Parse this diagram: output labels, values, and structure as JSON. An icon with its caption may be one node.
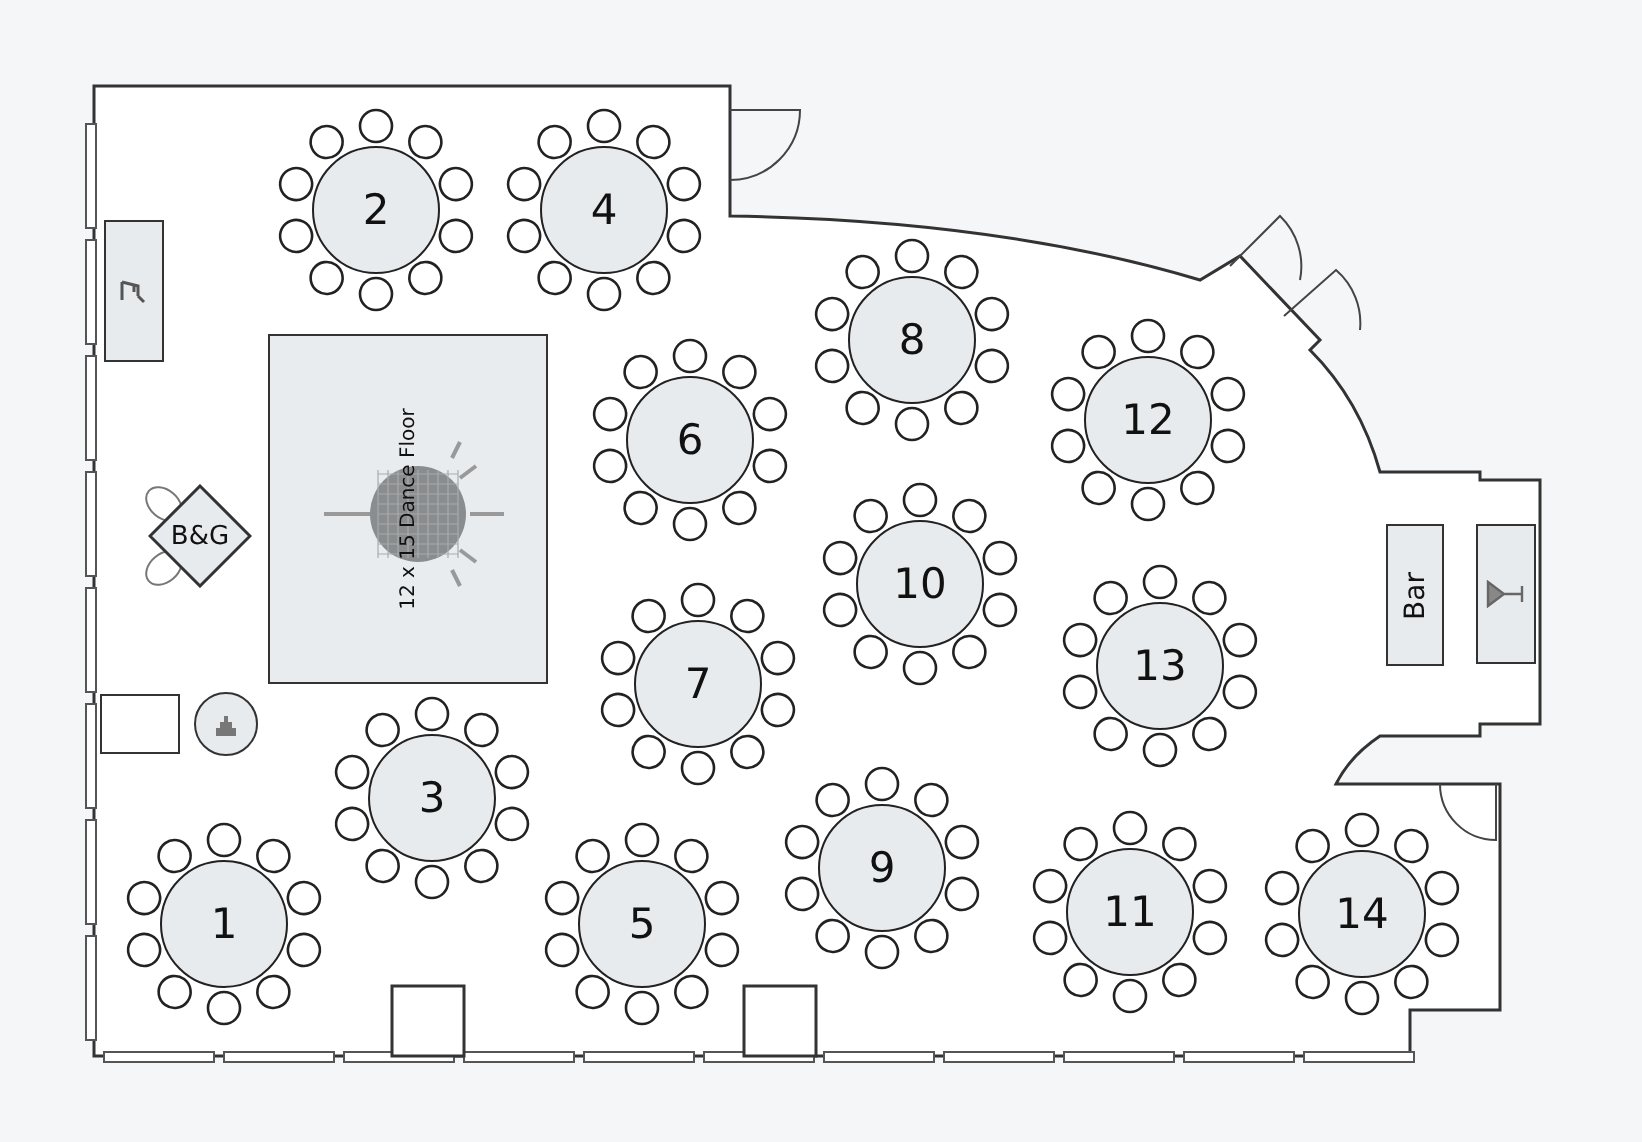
{
  "diagram": {
    "nodes": [
      {
        "text": [],
        "shape": "box"
      },
      {
        "text": [
          "2"
        ]
      },
      {
        "text": [
          "4"
        ]
      },
      {
        "text": [
          "8"
        ]
      },
      {
        "text": [
          "6"
        ]
      },
      {
        "text": [
          "12"
        ]
      },
      {
        "text": [
          "12 x 15 Dance Floor"
        ]
      },
      {
        "text": [
          "B&G"
        ]
      },
      {
        "text": [
          "10"
        ]
      },
      {
        "text": [
          "Bar"
        ]
      },
      {
        "text": [],
        "shape": "box"
      },
      {
        "text": [
          "7"
        ]
      },
      {
        "text": [
          "13"
        ]
      },
      {
        "text": [],
        "shape": "box"
      },
      {
        "text": [],
        "shape": "circle"
      },
      {
        "text": [
          "3"
        ]
      },
      {
        "text": [
          "9"
        ]
      },
      {
        "text": [
          "1"
        ]
      },
      {
        "text": [
          "5"
        ]
      },
      {
        "text": [
          "11"
        ]
      },
      {
        "text": [
          "14"
        ]
      }
    ]
  }
}
